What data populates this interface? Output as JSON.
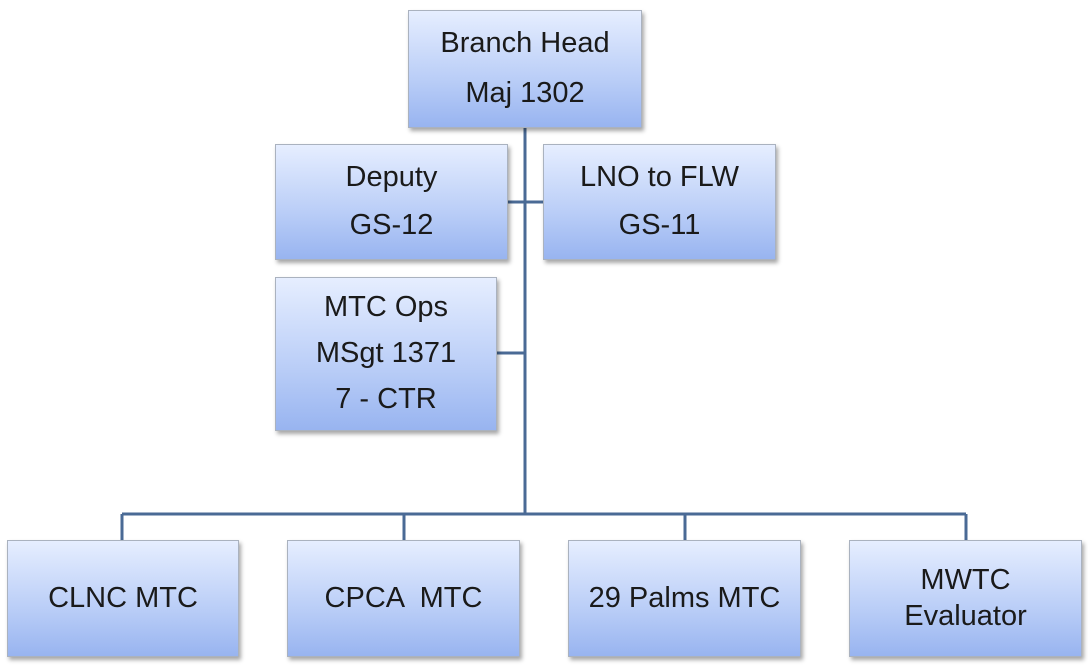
{
  "org_chart": {
    "head": {
      "title": "Branch Head",
      "grade": "Maj 1302"
    },
    "deputy": {
      "title": "Deputy",
      "grade": "GS-12"
    },
    "lno": {
      "title": "LNO to FLW",
      "grade": "GS-11"
    },
    "mtc_ops": {
      "title": "MTC Ops",
      "grade": "MSgt 1371",
      "staff": "7 - CTR"
    },
    "units": [
      {
        "label": "CLNC MTC"
      },
      {
        "label": "CPCA  MTC"
      },
      {
        "label": "29 Palms MTC"
      },
      {
        "label_line1": "MWTC",
        "label_line2": "Evaluator"
      }
    ]
  },
  "colors": {
    "connector": "#4a6a95",
    "box_top": "#e6eeff",
    "box_bottom": "#98b4f0",
    "box_border": "#aab2bf"
  }
}
